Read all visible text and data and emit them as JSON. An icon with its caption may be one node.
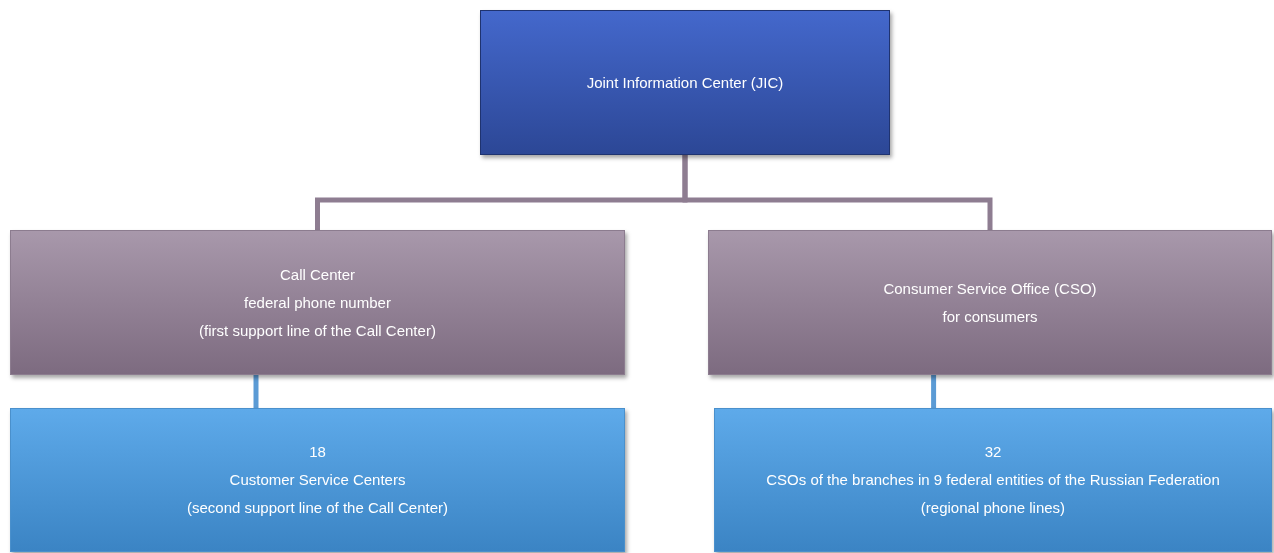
{
  "diagram": {
    "nodes": [
      {
        "text": [
          "Joint Information Center (JIC)"
        ]
      },
      {
        "text": [
          "Call Center",
          "federal phone number",
          "(first support line of the Call Center)"
        ]
      },
      {
        "text": [
          "Consumer Service Office (CSO)",
          "for consumers"
        ]
      },
      {
        "text": [
          "18",
          "Customer Service Centers",
          "(second support line of the Call Center)"
        ]
      },
      {
        "text": [
          "32",
          "CSOs of the branches in 9 federal entities of the Russian Federation",
          "(regional phone lines)"
        ]
      }
    ],
    "edges": [
      {
        "from": 0,
        "to": 1,
        "arrow": "none"
      },
      {
        "from": 0,
        "to": 2,
        "arrow": "none"
      },
      {
        "from": 1,
        "to": 3,
        "arrow": "none",
        "color": "#5b9bd5"
      },
      {
        "from": 2,
        "to": 4,
        "arrow": "none",
        "color": "#5b9bd5"
      }
    ]
  }
}
